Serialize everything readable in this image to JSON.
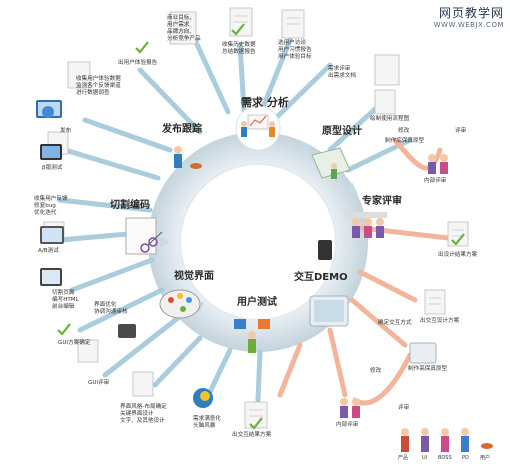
{
  "watermark": {
    "line1": "网页教学网",
    "line2": "WWW.WEBJX.COM"
  },
  "stages": {
    "requirements": "需求 分析",
    "prototype": "原型设计",
    "review": "专家评审",
    "demo": "交互DEMO",
    "usertest": "用户测试",
    "visual": "视觉界面",
    "slicing": "切割编码",
    "release": "发布跟踪"
  },
  "notes": {
    "goals": "商业目标、\n用户需求\n品牌方向、\n分析竞争产品",
    "collect": "收集历史数据\n总结数据报告",
    "personas": "选用户访谈\n用户习惯报告\n用户体验目标",
    "req_doc": "需求评审\n出需求文档",
    "flow": "绘制使用流程图",
    "proto_draft": "制作底保真原型",
    "modify1": "修改",
    "review1": "评审",
    "internal1": "内部评审",
    "expert_plan": "出设计结果方案",
    "interaction": "确定交互方式",
    "interaction_plan": "出交互设计方案",
    "hifi": "制作高保真原型",
    "modify2": "修改",
    "review2": "评审",
    "internal2": "内部评审",
    "test_plan": "出交互结果方案",
    "visual_need": "需求满意化\n头脑风暴",
    "visual_style": "界面风格-布局确定\n关键界面设计\n文字、及其他设计",
    "gui_review": "GUI评审",
    "gui_confirm": "GUI方案确定",
    "slicing_desc": "切割页面\n编写HTML\n前台编辑",
    "optimize": "界面优化\n协调沟通审核",
    "ab_test": "A/B测试",
    "collect_fb": "收集用户反馈\n修复bug\n优化迭代",
    "beta": "β版测试",
    "release_note": "发布",
    "track": "收集用户体验数据\n监测各个反馈渠道\n进行数据调查",
    "release_plan": "出用户体验报告"
  },
  "roles": [
    "产品",
    "UI",
    "BOSS",
    "PD",
    "用户"
  ],
  "colors": {
    "ring": "#dfe7ec",
    "ring_edge": "#c9d6de",
    "arrow_blue": "#a9cddd",
    "arrow_orange": "#f2b59a",
    "doc": "#f4f4f4"
  }
}
